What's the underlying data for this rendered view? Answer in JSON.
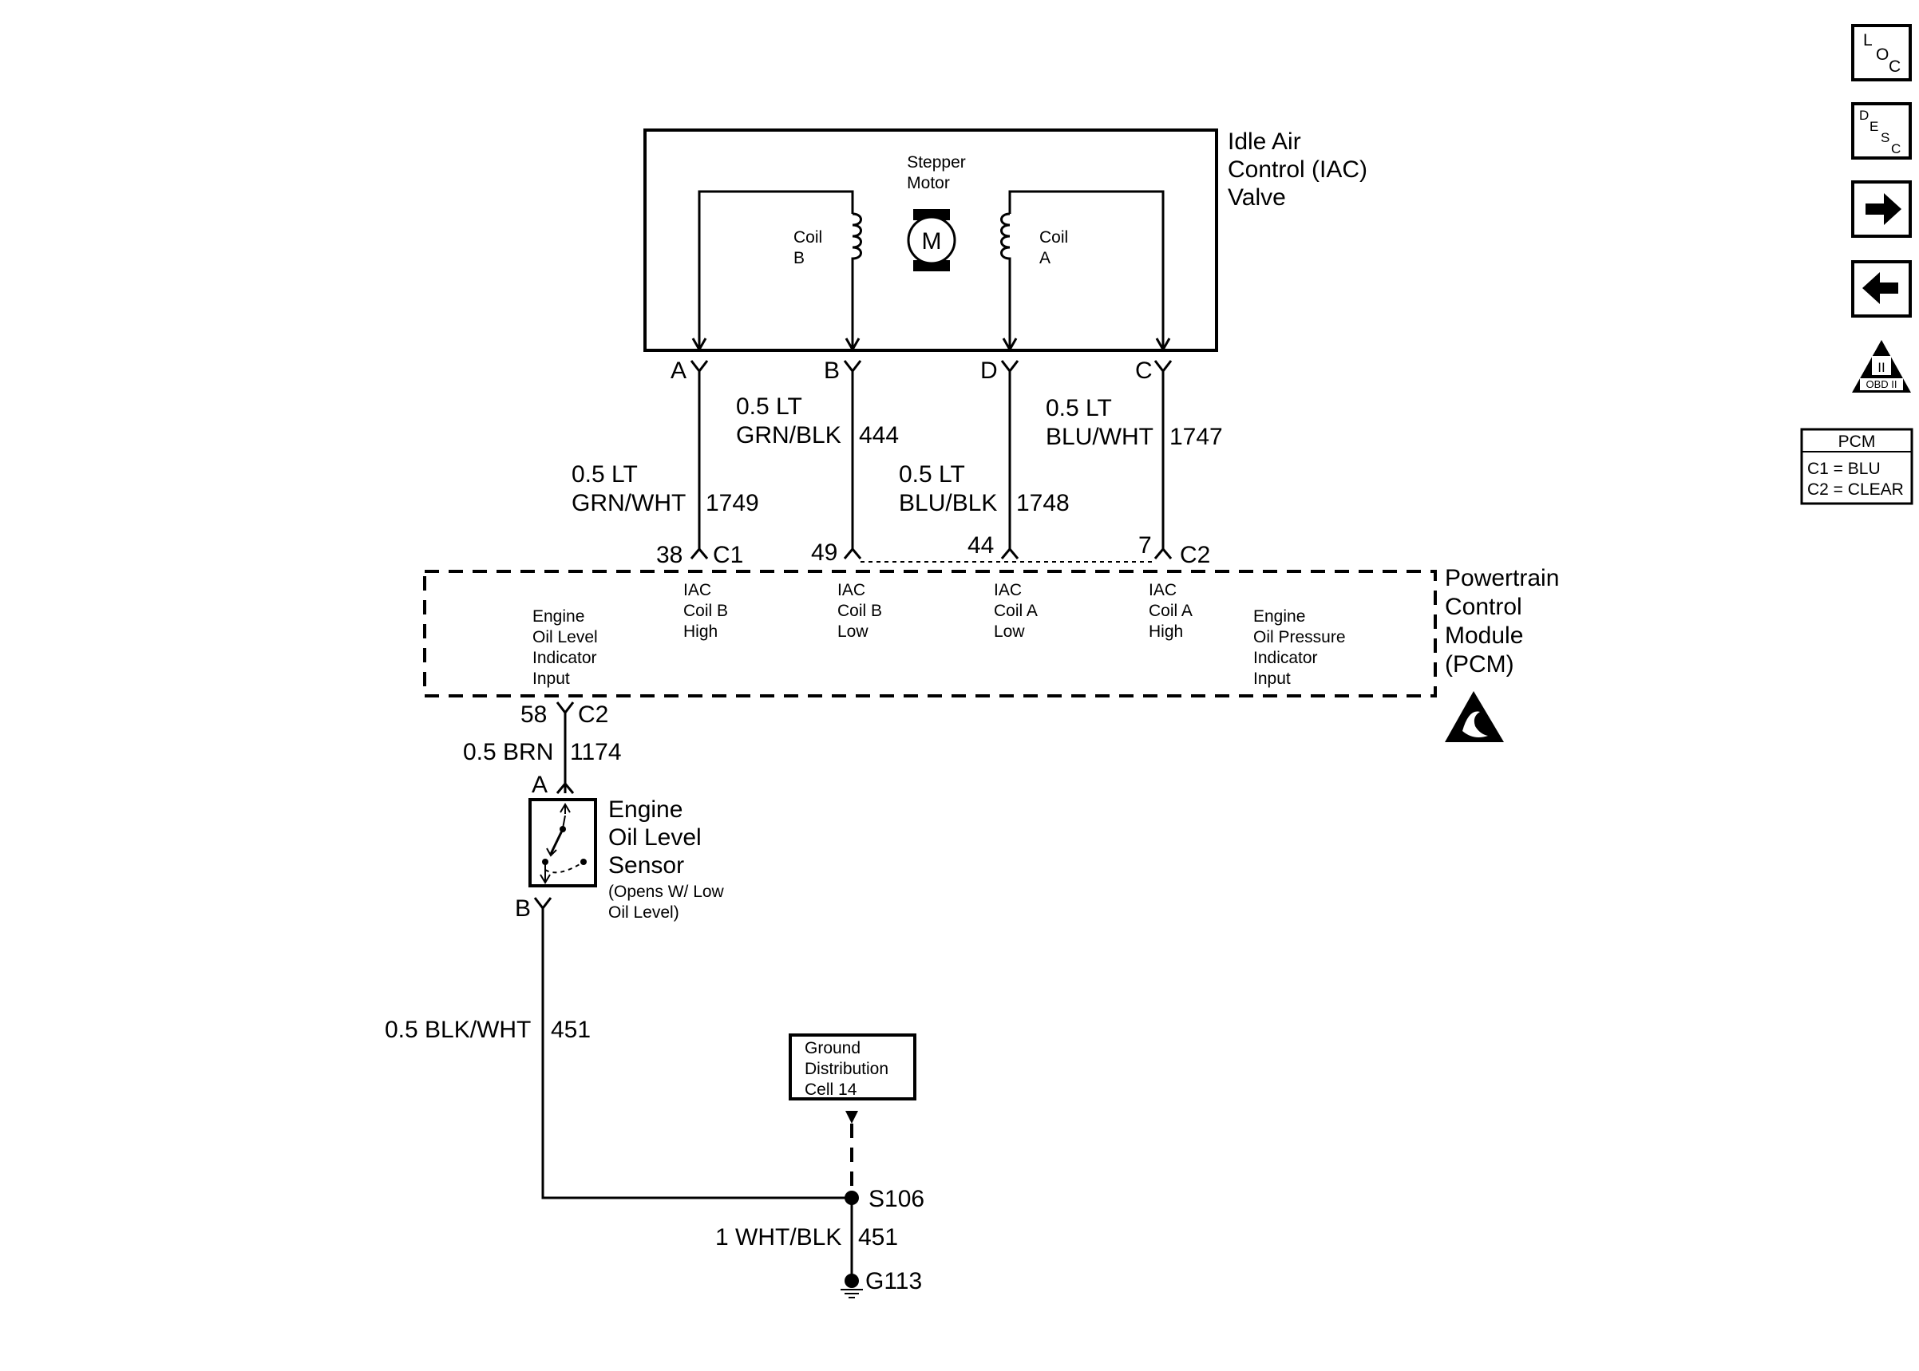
{
  "nav": {
    "loc": {
      "a": "L",
      "b": "O",
      "c": "C"
    },
    "desc": {
      "a": "D",
      "b": "E",
      "c": "S",
      "d": "C"
    },
    "obd": "OBD II",
    "obd_roman": "II"
  },
  "legend": {
    "title": "PCM",
    "c1": "C1 = BLU",
    "c2": "C2 = CLEAR"
  },
  "iac": {
    "title_l1": "Idle Air",
    "title_l2": "Control (IAC)",
    "title_l3": "Valve",
    "motor_l1": "Stepper",
    "motor_l2": "Motor",
    "motor_symbol": "M",
    "coil_b_l1": "Coil",
    "coil_b_l2": "B",
    "coil_a_l1": "Coil",
    "coil_a_l2": "A",
    "pin_a": "A",
    "pin_b": "B",
    "pin_d": "D",
    "pin_c": "C"
  },
  "wires": {
    "w1749_l1": "0.5 LT",
    "w1749_l2": "GRN/WHT",
    "w1749_num": "1749",
    "w444_l1": "0.5 LT",
    "w444_l2": "GRN/BLK",
    "w444_num": "444",
    "w1748_l1": "0.5 LT",
    "w1748_l2": "BLU/BLK",
    "w1748_num": "1748",
    "w1747_l1": "0.5 LT",
    "w1747_l2": "BLU/WHT",
    "w1747_num": "1747",
    "w1174": "0.5 BRN",
    "w1174_num": "1174",
    "w451a": "0.5 BLK/WHT",
    "w451a_num": "451",
    "w451b": "1 WHT/BLK",
    "w451b_num": "451"
  },
  "pcm": {
    "title_l1": "Powertrain",
    "title_l2": "Control",
    "title_l3": "Module",
    "title_l4": "(PCM)",
    "pin38": "38",
    "c1": "C1",
    "pin49": "49",
    "pin44": "44",
    "pin7": "7",
    "c2_top": "C2",
    "pin58": "58",
    "c2_bottom": "C2",
    "labels": {
      "oil_level": [
        "Engine",
        "Oil Level",
        "Indicator",
        "Input"
      ],
      "coil_b_high": [
        "IAC",
        "Coil B",
        "High"
      ],
      "coil_b_low": [
        "IAC",
        "Coil B",
        "Low"
      ],
      "coil_a_low": [
        "IAC",
        "Coil A",
        "Low"
      ],
      "coil_a_high": [
        "IAC",
        "Coil A",
        "High"
      ],
      "oil_pressure": [
        "Engine",
        "Oil Pressure",
        "Indicator",
        "Input"
      ]
    }
  },
  "sensor": {
    "pin_a": "A",
    "pin_b": "B",
    "title_l1": "Engine",
    "title_l2": "Oil Level",
    "title_l3": "Sensor",
    "note_l1": "(Opens W/ Low",
    "note_l2": "Oil Level)"
  },
  "ground": {
    "box_l1": "Ground",
    "box_l2": "Distribution",
    "box_l3": "Cell 14",
    "splice": "S106",
    "ground": "G113"
  }
}
